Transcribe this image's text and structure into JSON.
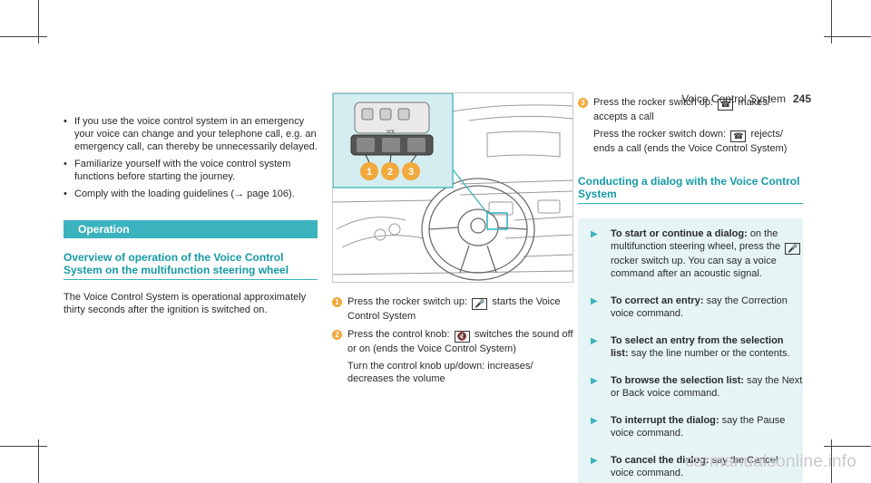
{
  "header": {
    "title": "Voice Control System",
    "page": "245"
  },
  "left": {
    "bullets": [
      "If you use the voice control system in an emergency your voice can change and your telephone call, e.g. an emergency call, can thereby be unnecessarily delayed.",
      "Familiarize yourself with the voice control system functions before starting the journey.",
      "Comply with the loading guidelines (→ page 106)."
    ],
    "section": "Operation",
    "subheading": "Overview of operation of the Voice Control System on the multifunction steering wheel",
    "paragraph": "The Voice Control System is operational approximately thirty seconds after the ignition is switched on."
  },
  "figure": {
    "callouts": [
      "1",
      "2",
      "3"
    ],
    "button_label": "VOL"
  },
  "middle": {
    "items": [
      {
        "n": "1",
        "pre": "Press the rocker switch up:",
        "icon": "🎤",
        "post": "starts the Voice Control System",
        "sub": ""
      },
      {
        "n": "2",
        "pre": "Press the control knob:",
        "icon": "🔇",
        "post": "switches the sound off or on (ends the Voice Control System)",
        "sub": "Turn the control knob up/down: increases/ decreases the volume"
      }
    ]
  },
  "right": {
    "item3": {
      "n": "3",
      "pre": "Press the rocker switch up:",
      "icon": "☎",
      "post": "makes/ accepts a call",
      "pre2": "Press the rocker switch down:",
      "icon2": "☎",
      "post2": "rejects/ ends a call (ends the Voice Control System)"
    },
    "subheading": "Conducting a dialog with the Voice Control System",
    "steps": [
      {
        "bold": "To start or continue a dialog:",
        "pre": "on the multifunction steering wheel, press the",
        "icon": "🎤",
        "post": "rocker switch up. You can say a voice command after an acoustic signal."
      },
      {
        "bold": "To correct an entry:",
        "text": "say the Correction voice command."
      },
      {
        "bold": "To select an entry from the selection list:",
        "text": "say the line number or the contents."
      },
      {
        "bold": "To browse the selection list:",
        "text": "say the Next or Back voice command."
      },
      {
        "bold": "To interrupt the dialog:",
        "text": "say the Pause voice command."
      },
      {
        "bold": "To cancel the dialog:",
        "text": "say the Cancel voice command."
      }
    ]
  },
  "watermark": "carmanualsonline.info"
}
